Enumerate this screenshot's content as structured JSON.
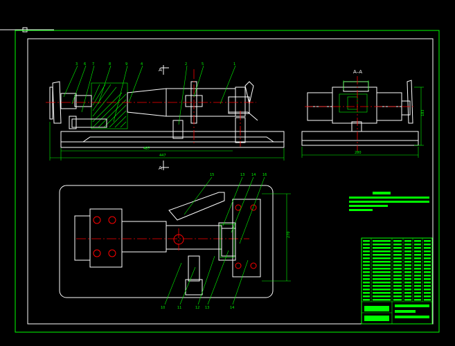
{
  "colors": {
    "background": "#000000",
    "border": "#00ff00",
    "lines": "#ffffff",
    "centerline": "#ff0000",
    "dimensions": "#00ff00",
    "hatch": "#00ff00",
    "title_block": "#00ff00"
  },
  "section": {
    "cut_label": "A",
    "view_label": "A–A"
  },
  "front_view": {
    "balloons": [
      "3",
      "6",
      "7",
      "8",
      "9",
      "4",
      "2",
      "5",
      "1"
    ],
    "dim_inner": "487",
    "dim_outer": "447"
  },
  "side_view": {
    "dim_width": "280",
    "dim_height": "183"
  },
  "top_view": {
    "balloons_top": [
      "15",
      "13",
      "14",
      "16"
    ],
    "balloons_bottom": [
      "10",
      "11",
      "12",
      "13",
      "14"
    ],
    "dim_side": "270"
  }
}
